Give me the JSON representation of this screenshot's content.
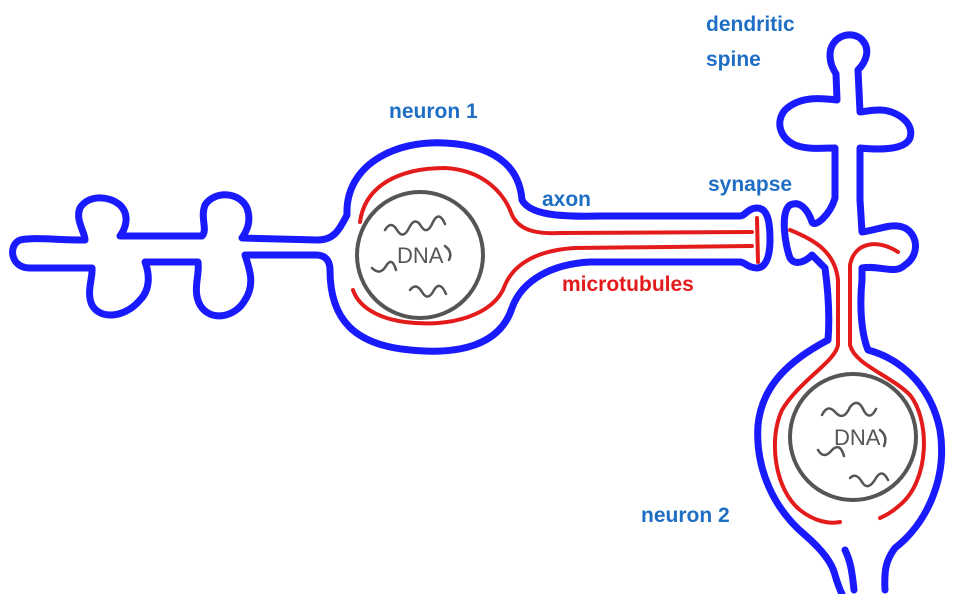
{
  "labels": {
    "neuron1": "neuron 1",
    "neuron2": "neuron 2",
    "axon": "axon",
    "synapse": "synapse",
    "dendritic_spine_line1": "dendritic",
    "dendritic_spine_line2": "spine",
    "microtubules": "microtubules",
    "dna1": "DNA",
    "dna2": "DNA"
  },
  "colors": {
    "membrane": "#1a1aff",
    "microtubule": "#e31b1b",
    "label_blue": "#1e6fc4",
    "nucleus": "#555555"
  }
}
